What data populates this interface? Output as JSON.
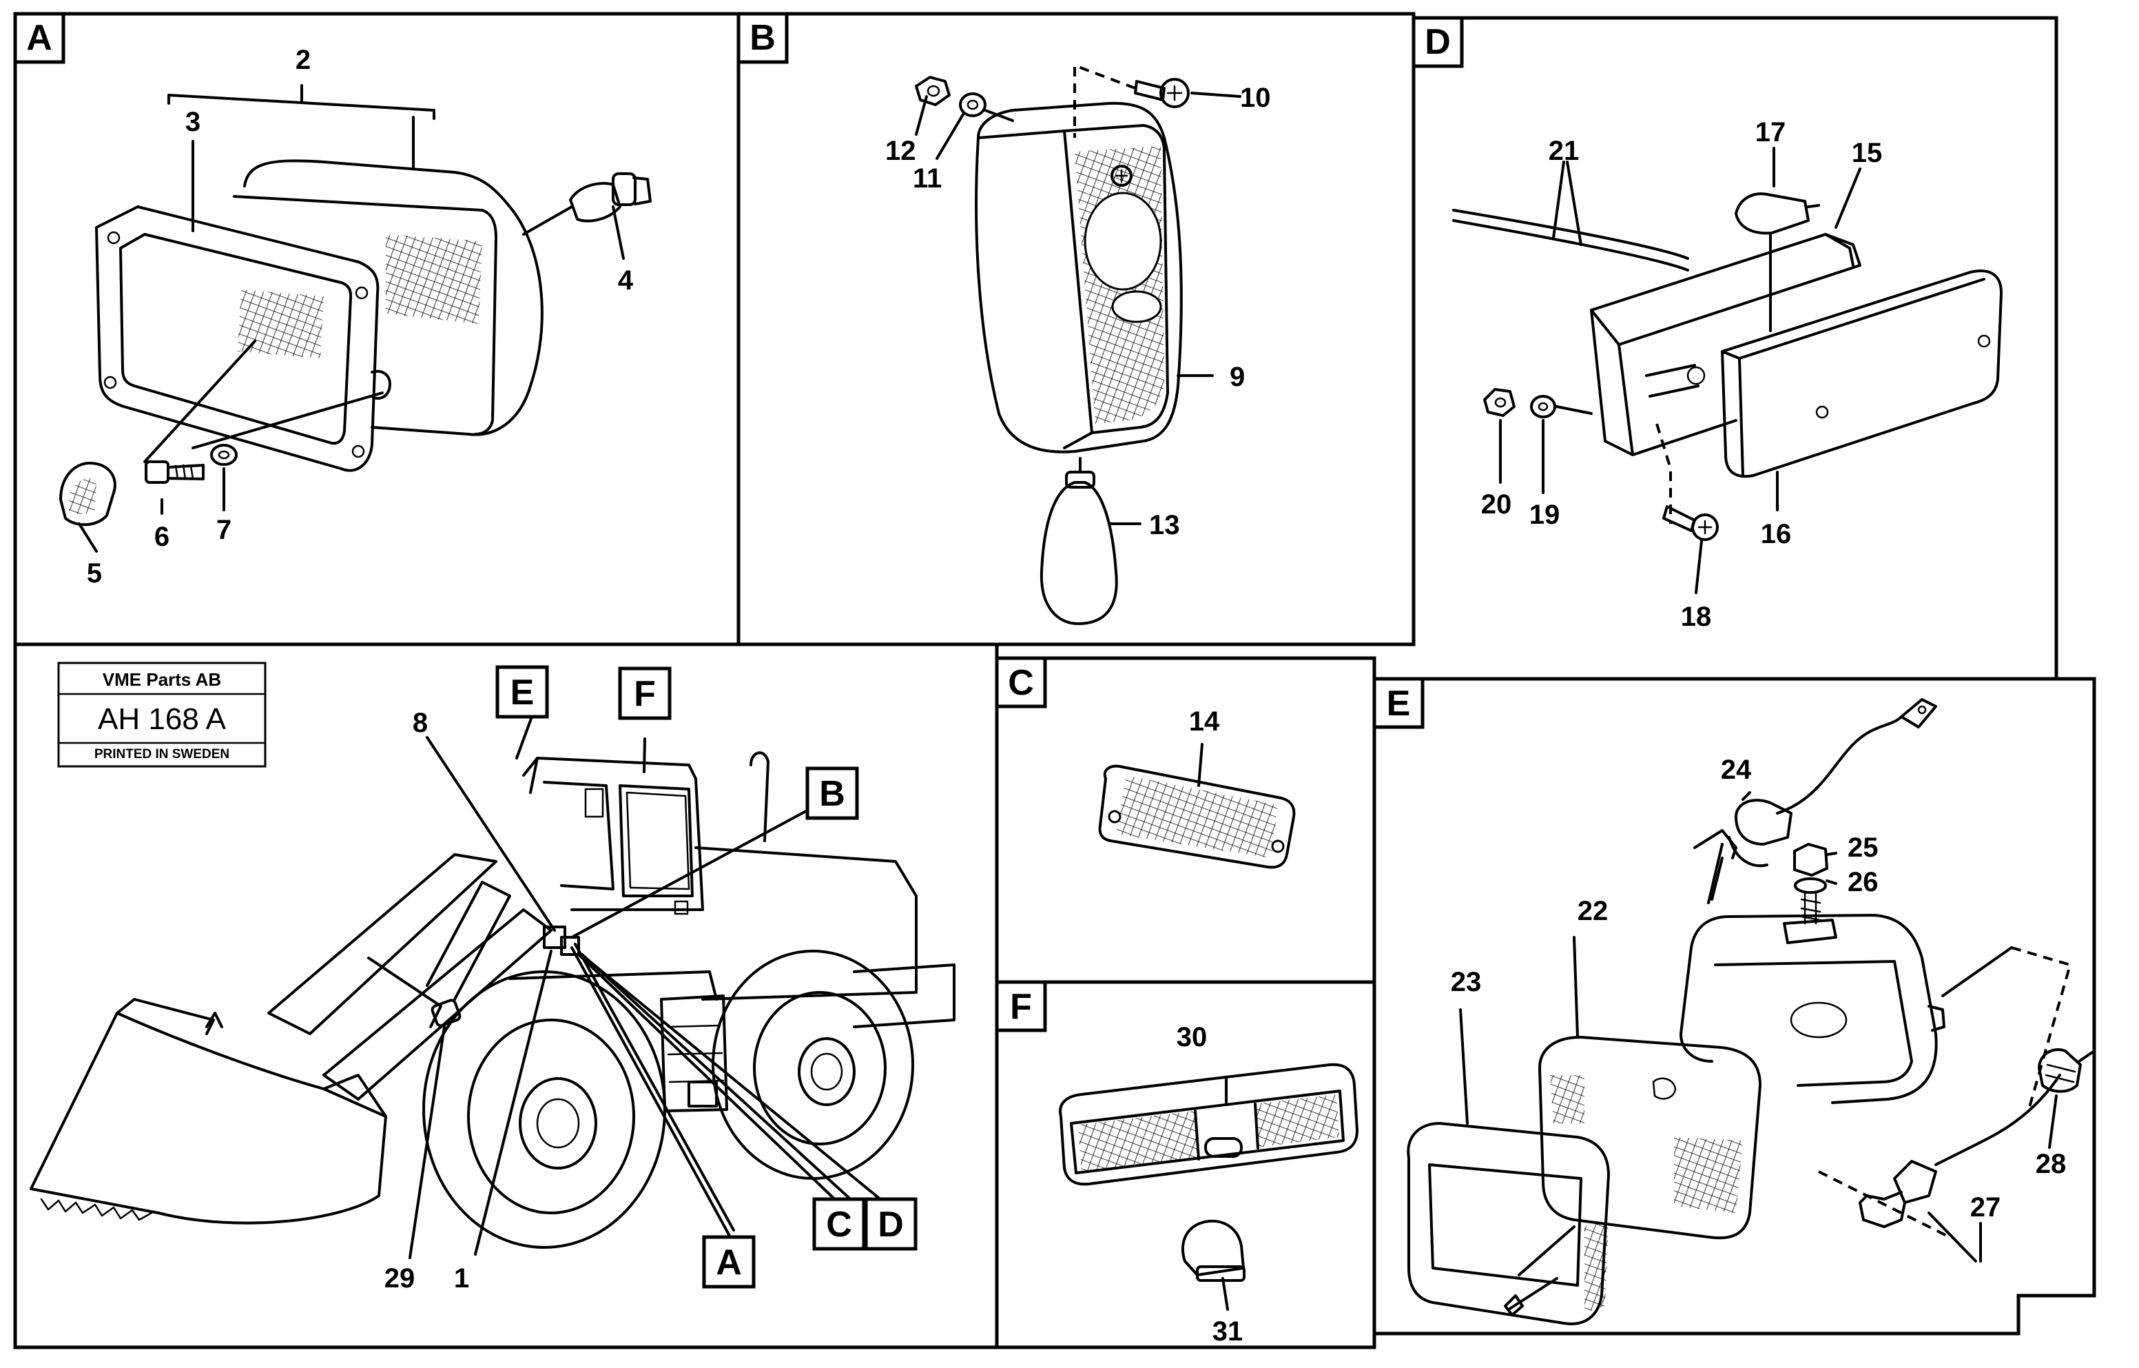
{
  "panels": {
    "A": {
      "letter": "A",
      "callouts": [
        "2",
        "3",
        "4",
        "5",
        "6",
        "7"
      ]
    },
    "B": {
      "letter": "B",
      "callouts": [
        "10",
        "12",
        "11",
        "9",
        "13"
      ]
    },
    "D": {
      "letter": "D",
      "callouts": [
        "21",
        "17",
        "15",
        "20",
        "19",
        "16",
        "18"
      ]
    },
    "C": {
      "letter": "C",
      "callouts": [
        "14"
      ]
    },
    "F": {
      "letter": "F",
      "callouts": [
        "30",
        "31"
      ]
    },
    "E": {
      "letter": "E",
      "callouts": [
        "24",
        "25",
        "26",
        "22",
        "23",
        "27",
        "28"
      ]
    },
    "overview": {
      "callouts": [
        "8",
        "29",
        "1"
      ],
      "tags": [
        "E",
        "F",
        "B",
        "A",
        "C",
        "D"
      ]
    }
  },
  "title_block": {
    "company": "VME Parts AB",
    "code": "AH 168 A",
    "printed": "PRINTED IN SWEDEN"
  }
}
